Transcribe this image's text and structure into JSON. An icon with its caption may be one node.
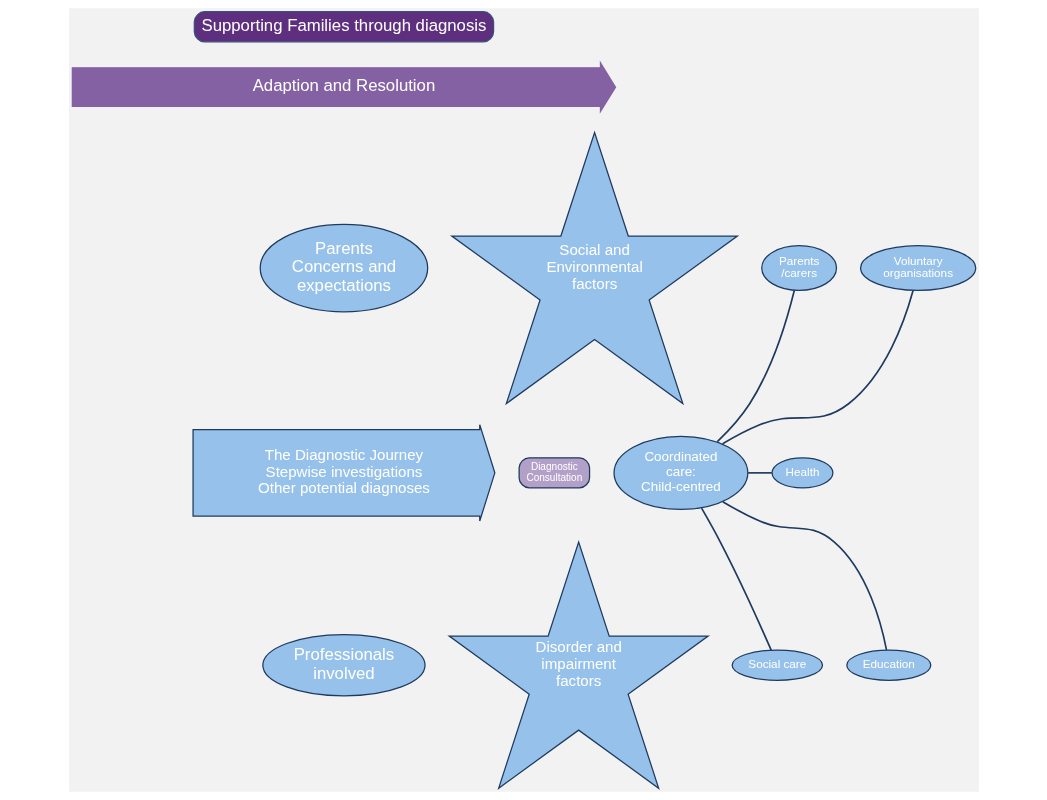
{
  "diagram": {
    "nodes": [
      {
        "text": [
          "Supporting Families through diagnosis"
        ]
      },
      {
        "text": [
          "Adaption and Resolution"
        ]
      },
      {
        "text": [
          "Parents Concerns and expectations"
        ]
      },
      {
        "text": [
          "Social and Environmental factors"
        ]
      },
      {
        "text": [
          "The Diagnostic Journey",
          "Stepwise investigations",
          "Other potential diagnoses"
        ]
      },
      {
        "text": [
          "Diagnostic Consultation"
        ]
      },
      {
        "text": [
          "Coordinated care: Child-centred"
        ]
      },
      {
        "text": [
          "Parents /carers"
        ]
      },
      {
        "text": [
          "Voluntary organisations"
        ]
      },
      {
        "text": [
          "Health"
        ]
      },
      {
        "text": [
          "Education"
        ]
      },
      {
        "text": [
          "Social care"
        ]
      },
      {
        "text": [
          "Professionals involved"
        ]
      },
      {
        "text": [
          "Disorder and impairment factors"
        ]
      }
    ],
    "edges": [
      {
        "from": 6,
        "to": 7,
        "arrow": "none"
      },
      {
        "from": 6,
        "to": 8,
        "arrow": "none"
      },
      {
        "from": 6,
        "to": 9,
        "arrow": "none"
      },
      {
        "from": 6,
        "to": 10,
        "arrow": "none"
      },
      {
        "from": 6,
        "to": 11,
        "arrow": "none"
      }
    ]
  }
}
